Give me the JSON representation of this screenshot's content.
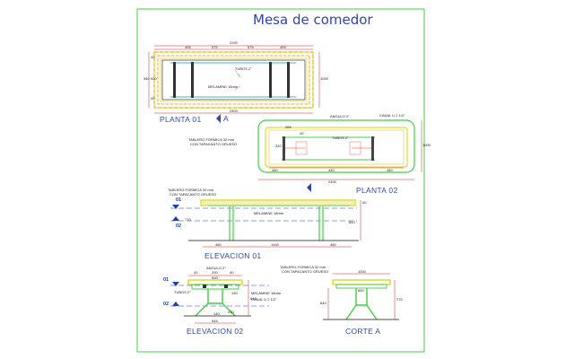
{
  "title": "Mesa de comedor",
  "views": {
    "planta01": "PLANTA 01",
    "planta02": "PLANTA 02",
    "elevacion01": "ELEVACION 01",
    "elevacion02": "ELEVACION 02",
    "corte": "CORTE A",
    "section_mark": "A"
  },
  "notes": {
    "tubos": "TUBOS 2\"",
    "melamine": "MELAMINE 18mm",
    "angulo": "ANGULO 2\"",
    "canal": "CANAL U 2 1/2\"",
    "tablero_line1": "TABLERO FORMICA 32 mm",
    "tablero_line2": "CON TAPACANTO GRUESO"
  },
  "levels": {
    "n01": "01",
    "n02": "02"
  },
  "dims": {
    "p1_total_top": "2340",
    "p1_parts_top": [
      "455",
      "575",
      "575",
      "455"
    ],
    "p1_total_bottom": "2400",
    "p1_left_a": "40",
    "p1_left_b": "920",
    "p1_left_c": "40",
    "p1_left_total": "940",
    "p1_right": "1000",
    "p2_a": "265",
    "p2_b": "40",
    "p2_c": "320",
    "p2_d": "480",
    "p2_e": "440",
    "p2_f": "480",
    "p2_total": "2400",
    "p2_right": "1000",
    "e1_top": "40",
    "e1_right": "640",
    "e1_level": "770",
    "e1_bottom": [
      "480",
      "1440",
      "480"
    ],
    "e2_top": [
      "40",
      "200",
      "40"
    ],
    "e2_mid": "500",
    "e2_right1": "190",
    "e2_right2": "230",
    "e2_b1": "140",
    "e2_b2": "545",
    "e2_side": "640",
    "c_top": "1000",
    "c_inner": "840",
    "c_right": "770",
    "c_left": "640"
  }
}
